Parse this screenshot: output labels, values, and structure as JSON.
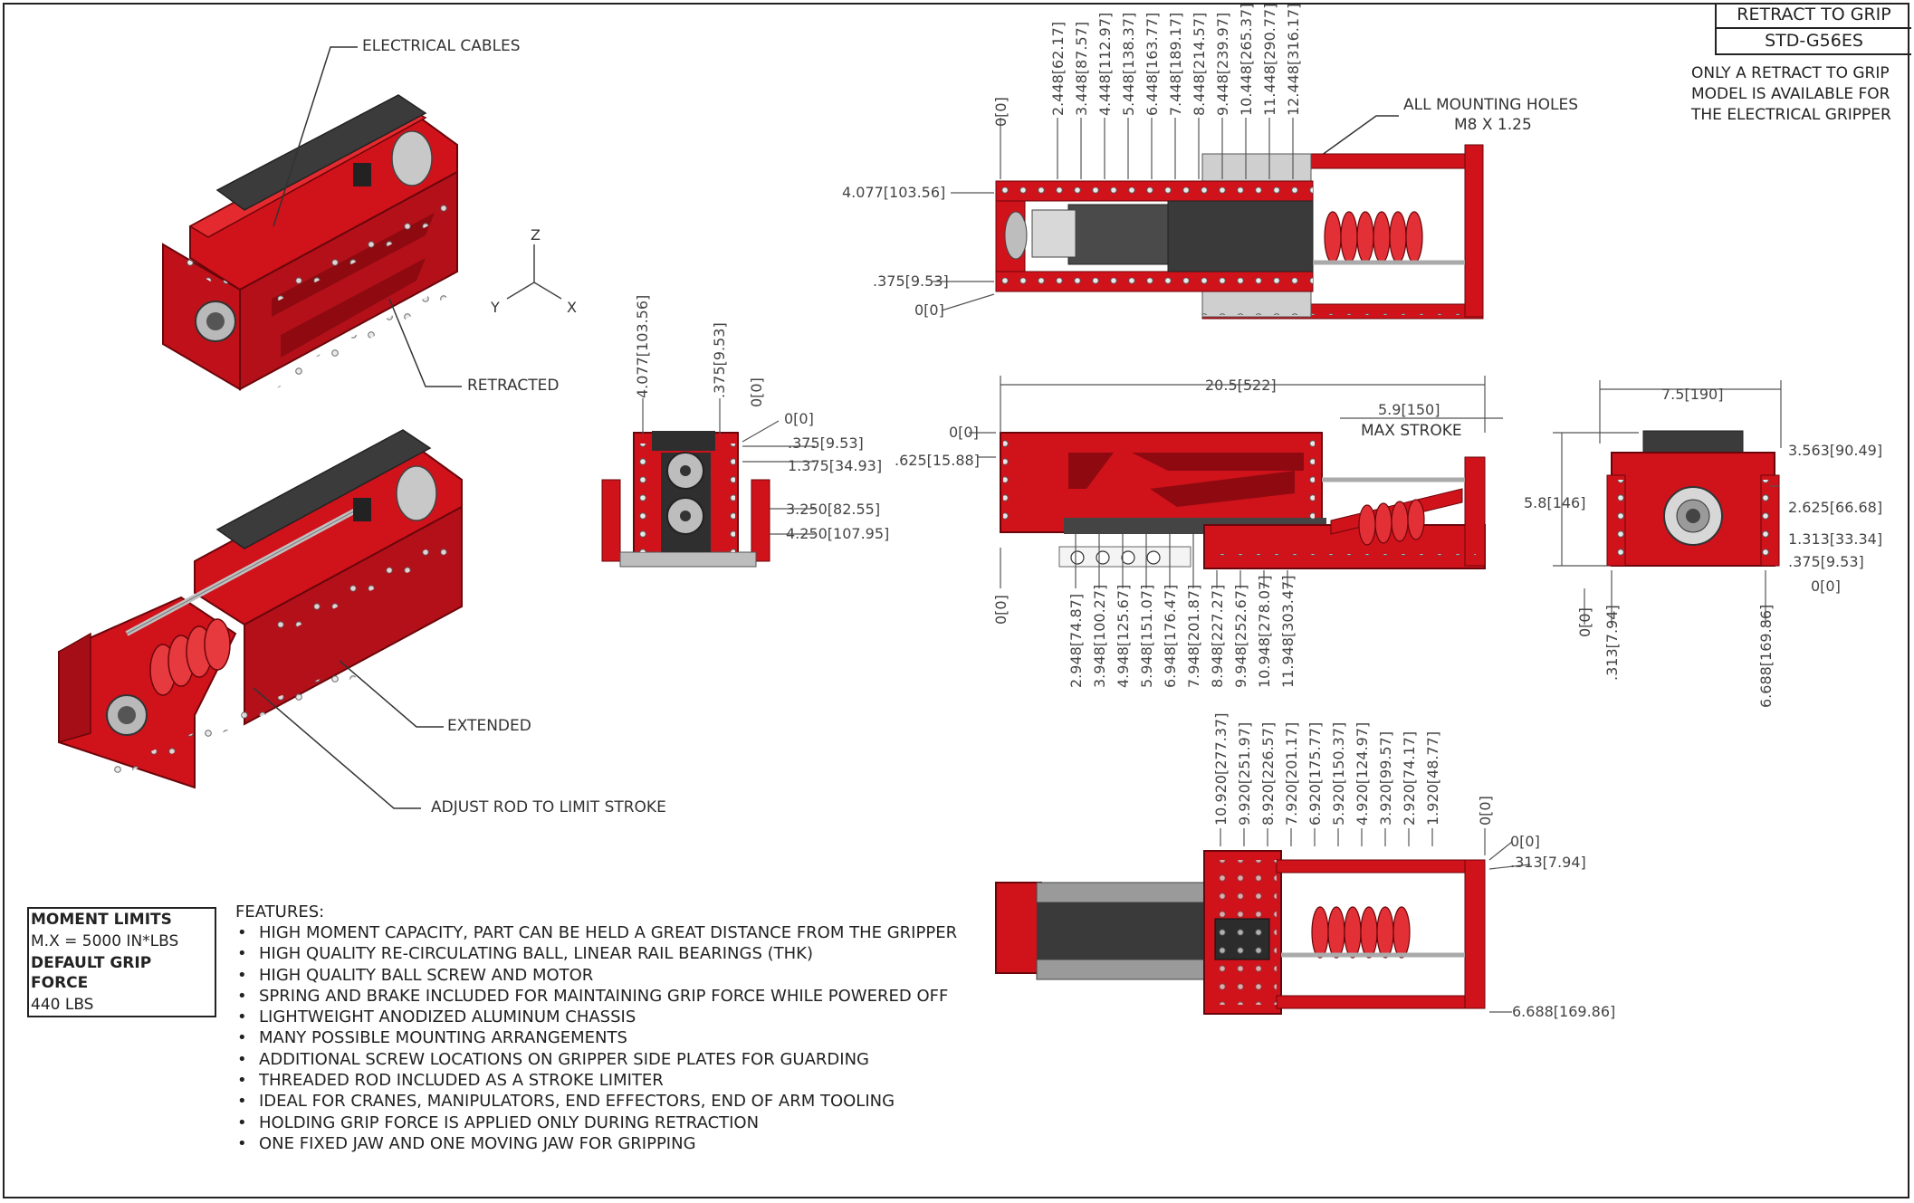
{
  "title_block": {
    "line1": "RETRACT TO GRIP",
    "line2": "STD-G56ES"
  },
  "note": "ONLY A RETRACT TO GRIP MODEL IS AVAILABLE FOR THE ELECTRICAL GRIPPER",
  "callouts": {
    "electrical_cables": "ELECTRICAL CABLES",
    "retracted": "RETRACTED",
    "extended": "EXTENDED",
    "adjust_rod": "ADJUST ROD TO LIMIT STROKE",
    "mounting_holes_1": "ALL MOUNTING HOLES",
    "mounting_holes_2": "M8 X 1.25",
    "max_stroke": "MAX STROKE"
  },
  "axes": {
    "z": "Z",
    "y": "Y",
    "x": "X"
  },
  "moment_limits": {
    "heading": "MOMENT LIMITS",
    "value": "M.X = 5000 IN*LBS",
    "grip_heading": "DEFAULT GRIP FORCE",
    "grip_value": "440 LBS"
  },
  "features": {
    "title": "FEATURES:",
    "items": [
      "HIGH MOMENT CAPACITY, PART CAN BE HELD A GREAT DISTANCE FROM THE GRIPPER",
      "HIGH QUALITY RE-CIRCULATING BALL, LINEAR RAIL BEARINGS (THK)",
      "HIGH QUALITY BALL SCREW AND MOTOR",
      "SPRING AND BRAKE INCLUDED FOR MAINTAINING GRIP FORCE WHILE POWERED OFF",
      "LIGHTWEIGHT ANODIZED ALUMINUM CHASSIS",
      "MANY POSSIBLE MOUNTING ARRANGEMENTS",
      "ADDITIONAL SCREW LOCATIONS ON GRIPPER SIDE PLATES FOR GUARDING",
      "THREADED ROD INCLUDED AS A STROKE LIMITER",
      "IDEAL FOR CRANES, MANIPULATORS, END EFFECTORS, END OF ARM TOOLING",
      "HOLDING GRIP FORCE IS APPLIED ONLY DURING RETRACTION",
      "ONE FIXED JAW AND ONE MOVING JAW FOR GRIPPING"
    ]
  },
  "dims": {
    "top_view": {
      "left_labels": [
        "4.077[103.56]",
        ".375[9.53]",
        "0[0]"
      ],
      "top_labels": [
        "0[0]",
        "2.448[62.17]",
        "3.448[87.57]",
        "4.448[112.97]",
        "5.448[138.37]",
        "6.448[163.77]",
        "7.448[189.17]",
        "8.448[214.57]",
        "9.448[239.97]",
        "10.448[265.37]",
        "11.448[290.77]",
        "12.448[316.17]"
      ]
    },
    "end_view": {
      "vertical_labels": [
        "4.077[103.56]",
        ".375[9.53]",
        "0[0]"
      ],
      "right_labels": [
        "0[0]",
        ".375[9.53]",
        "1.375[34.93]",
        "3.250[82.55]",
        "4.250[107.95]"
      ]
    },
    "side_view": {
      "overall": "20.5[522]",
      "stroke": "5.9[150]",
      "left_labels": [
        "0[0]",
        ".625[15.88]"
      ],
      "bottom_zero": "0[0]",
      "bottom_labels": [
        "2.948[74.87]",
        "3.948[100.27]",
        "4.948[125.67]",
        "5.948[151.07]",
        "6.948[176.47]",
        "7.948[201.87]",
        "8.948[227.27]",
        "9.948[252.67]",
        "10.948[278.07]",
        "11.948[303.47]"
      ]
    },
    "right_view": {
      "width": "7.5[190]",
      "height": "5.8[146]",
      "right_labels": [
        "3.563[90.49]",
        "2.625[66.68]",
        "1.313[33.34]",
        ".375[9.53]",
        "0[0]"
      ],
      "bottom_labels": [
        "0[0]",
        ".313[7.94]",
        "6.688[169.86]"
      ]
    },
    "bottom_view": {
      "top_labels": [
        "10.920[277.37]",
        "9.920[251.97]",
        "8.920[226.57]",
        "7.920[201.17]",
        "6.920[175.77]",
        "5.920[150.37]",
        "4.920[124.97]",
        "3.920[99.57]",
        "2.920[74.17]",
        "1.920[48.77]",
        "0[0]"
      ],
      "right_labels": [
        "0[0]",
        ".313[7.94]",
        "6.688[169.86]"
      ]
    }
  },
  "colors": {
    "anodized_red": "#d0121b",
    "dark_red": "#8e0a10",
    "steel": "#b9b9b9",
    "dark_steel": "#3b3b3b",
    "line": "#333333"
  }
}
